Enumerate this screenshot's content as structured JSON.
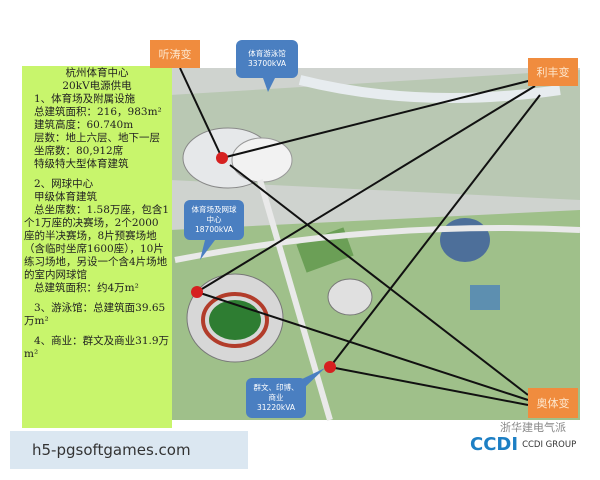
{
  "info_panel": {
    "title": "杭州体育中心",
    "subtitle": "20kV电源供电",
    "lines": [
      "1、体育场及附属设施",
      "总建筑面积：216，983m²",
      "建筑高度：60.740m",
      "层数：地上六层、地下一层",
      "坐席数：80,912席",
      "特级特大型体育建筑",
      "",
      "2、网球中心",
      "甲级体育建筑",
      "总坐席数：1.58万座，包含1个1万座的决赛场，2个2000 座的半决赛场，8片预赛场地（含临时坐席1600座），10片练习场地，另设一个含4片场地的室内网球馆",
      "总建筑面积：约4万m²",
      "",
      "3、游泳馆：总建筑面39.65万m²",
      "",
      "4、商业：群文及商业31.9万m²"
    ]
  },
  "substations": [
    {
      "label": "听涛变"
    },
    {
      "label": "利丰变"
    },
    {
      "label": "奥体变"
    }
  ],
  "callouts": [
    {
      "name": "体育游泳馆",
      "load": "33700kVA"
    },
    {
      "name": "体育场及网球中心",
      "load": "18700kVA"
    },
    {
      "name": "群文、印博、商业",
      "load": "31220kVA"
    }
  ],
  "logo": {
    "text_cn": "浙华建电气派",
    "text_en": "CCDI GROUP"
  },
  "watermark": "h5-pgsoftgames.com",
  "colors": {
    "panel": "#c8f56c",
    "substation": "#f08c3e",
    "callout": "#4a7fc1",
    "marker": "#d62020"
  }
}
